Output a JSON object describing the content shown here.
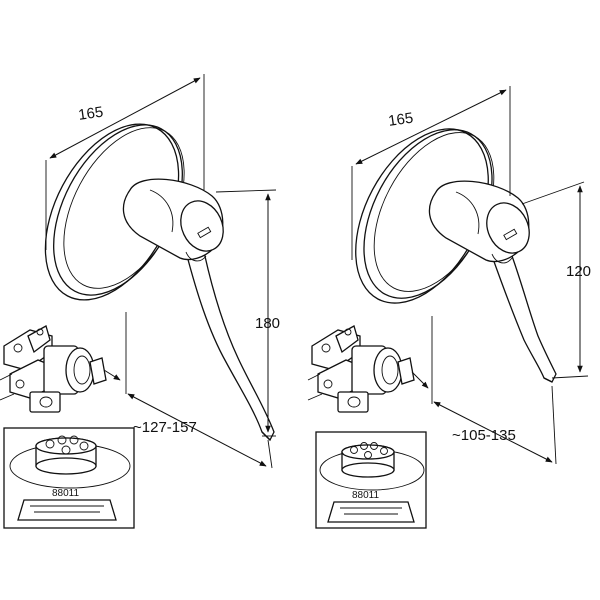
{
  "left_unit": {
    "width_label": "165",
    "height_label": "180",
    "depth_label": "~127-157",
    "part_number": "88011"
  },
  "right_unit": {
    "width_label": "165",
    "height_label": "120",
    "depth_label": "~105-135",
    "part_number": "88011"
  }
}
